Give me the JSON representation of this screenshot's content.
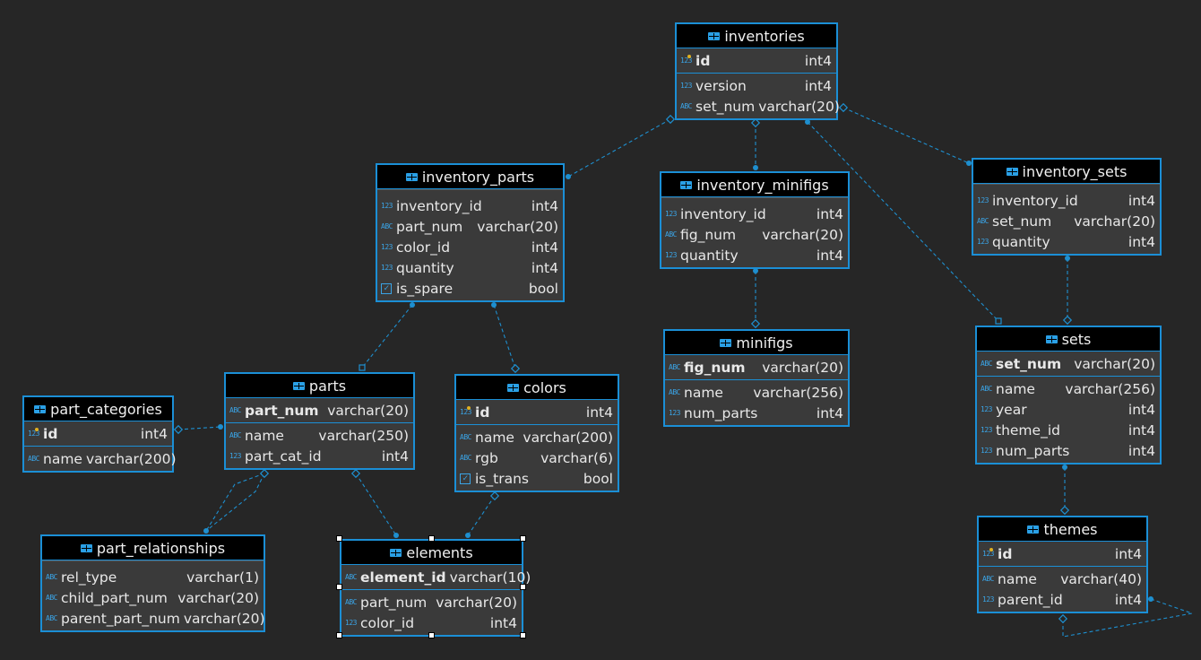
{
  "entities": {
    "inventories": {
      "title": "inventories",
      "pk": [
        {
          "icon": "123",
          "name": "id",
          "type": "int4"
        }
      ],
      "cols": [
        {
          "icon": "123",
          "name": "version",
          "type": "int4"
        },
        {
          "icon": "ABC",
          "name": "set_num",
          "type": "varchar(20)"
        }
      ]
    },
    "inventory_parts": {
      "title": "inventory_parts",
      "cols": [
        {
          "icon": "123",
          "name": "inventory_id",
          "type": "int4"
        },
        {
          "icon": "ABC",
          "name": "part_num",
          "type": "varchar(20)"
        },
        {
          "icon": "123",
          "name": "color_id",
          "type": "int4"
        },
        {
          "icon": "123",
          "name": "quantity",
          "type": "int4"
        },
        {
          "icon": "✓",
          "name": "is_spare",
          "type": "bool"
        }
      ]
    },
    "inventory_minifigs": {
      "title": "inventory_minifigs",
      "cols": [
        {
          "icon": "123",
          "name": "inventory_id",
          "type": "int4"
        },
        {
          "icon": "ABC",
          "name": "fig_num",
          "type": "varchar(20)"
        },
        {
          "icon": "123",
          "name": "quantity",
          "type": "int4"
        }
      ]
    },
    "inventory_sets": {
      "title": "inventory_sets",
      "cols": [
        {
          "icon": "123",
          "name": "inventory_id",
          "type": "int4"
        },
        {
          "icon": "ABC",
          "name": "set_num",
          "type": "varchar(20)"
        },
        {
          "icon": "123",
          "name": "quantity",
          "type": "int4"
        }
      ]
    },
    "minifigs": {
      "title": "minifigs",
      "pk": [
        {
          "icon": "ABC",
          "name": "fig_num",
          "type": "varchar(20)"
        }
      ],
      "cols": [
        {
          "icon": "ABC",
          "name": "name",
          "type": "varchar(256)"
        },
        {
          "icon": "123",
          "name": "num_parts",
          "type": "int4"
        }
      ]
    },
    "sets": {
      "title": "sets",
      "pk": [
        {
          "icon": "ABC",
          "name": "set_num",
          "type": "varchar(20)"
        }
      ],
      "cols": [
        {
          "icon": "ABC",
          "name": "name",
          "type": "varchar(256)"
        },
        {
          "icon": "123",
          "name": "year",
          "type": "int4"
        },
        {
          "icon": "123",
          "name": "theme_id",
          "type": "int4"
        },
        {
          "icon": "123",
          "name": "num_parts",
          "type": "int4"
        }
      ]
    },
    "part_categories": {
      "title": "part_categories",
      "pk": [
        {
          "icon": "123",
          "name": "id",
          "type": "int4"
        }
      ],
      "cols": [
        {
          "icon": "ABC",
          "name": "name",
          "type": "varchar(200)"
        }
      ]
    },
    "parts": {
      "title": "parts",
      "pk": [
        {
          "icon": "ABC",
          "name": "part_num",
          "type": "varchar(20)"
        }
      ],
      "cols": [
        {
          "icon": "ABC",
          "name": "name",
          "type": "varchar(250)"
        },
        {
          "icon": "123",
          "name": "part_cat_id",
          "type": "int4"
        }
      ]
    },
    "colors": {
      "title": "colors",
      "pk": [
        {
          "icon": "123",
          "name": "id",
          "type": "int4"
        }
      ],
      "cols": [
        {
          "icon": "ABC",
          "name": "name",
          "type": "varchar(200)"
        },
        {
          "icon": "ABC",
          "name": "rgb",
          "type": "varchar(6)"
        },
        {
          "icon": "✓",
          "name": "is_trans",
          "type": "bool"
        }
      ]
    },
    "themes": {
      "title": "themes",
      "pk": [
        {
          "icon": "123",
          "name": "id",
          "type": "int4"
        }
      ],
      "cols": [
        {
          "icon": "ABC",
          "name": "name",
          "type": "varchar(40)"
        },
        {
          "icon": "123",
          "name": "parent_id",
          "type": "int4"
        }
      ]
    },
    "part_relationships": {
      "title": "part_relationships",
      "cols": [
        {
          "icon": "ABC",
          "name": "rel_type",
          "type": "varchar(1)"
        },
        {
          "icon": "ABC",
          "name": "child_part_num",
          "type": "varchar(20)"
        },
        {
          "icon": "ABC",
          "name": "parent_part_num",
          "type": "varchar(20)"
        }
      ]
    },
    "elements": {
      "title": "elements",
      "pk": [
        {
          "icon": "ABC",
          "name": "element_id",
          "type": "varchar(10)"
        }
      ],
      "cols": [
        {
          "icon": "ABC",
          "name": "part_num",
          "type": "varchar(20)"
        },
        {
          "icon": "123",
          "name": "color_id",
          "type": "int4"
        }
      ]
    }
  },
  "colors": {
    "border": "#1b8fd6",
    "header_bg": "#000000",
    "body_bg": "#3a3a3a",
    "canvas_bg": "#262626",
    "link": "#1e8fcf"
  }
}
